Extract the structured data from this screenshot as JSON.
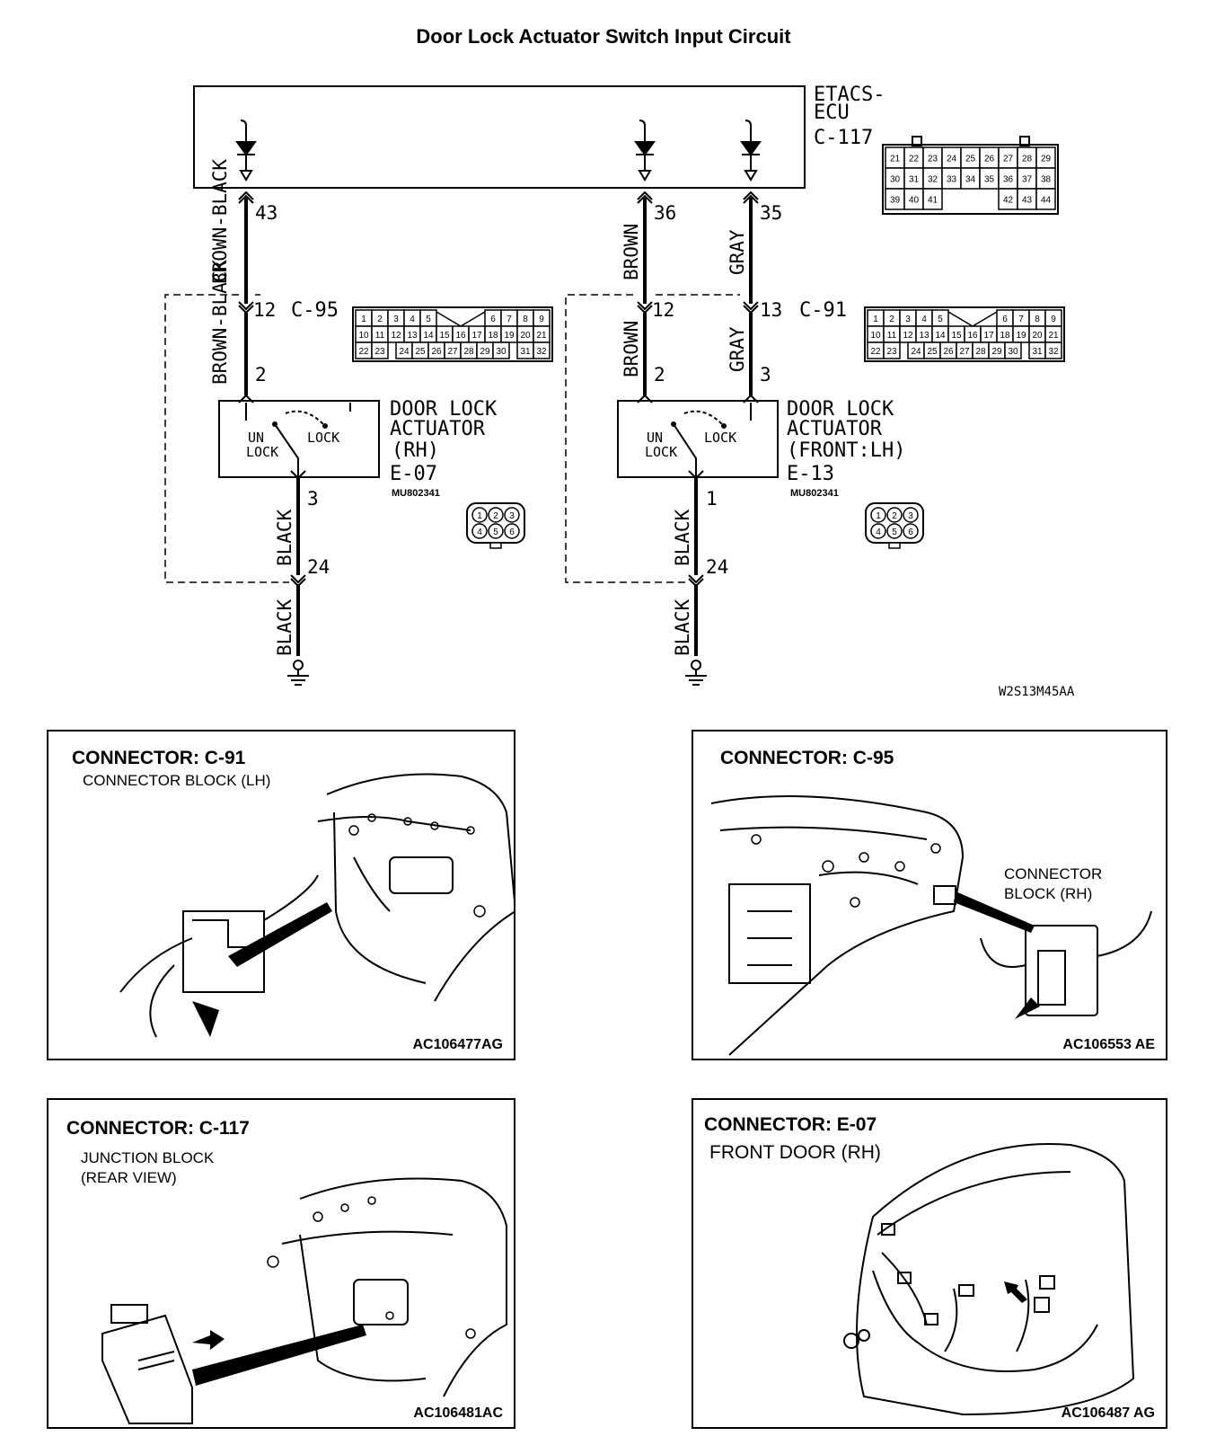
{
  "title": "Door Lock Actuator Switch Input Circuit",
  "ecu": {
    "name_line1": "ETACS-",
    "name_line2": "ECU",
    "connector": "C-117"
  },
  "ecu_connector_pins": {
    "row1": [
      "21",
      "22",
      "23",
      "24",
      "25",
      "26",
      "27",
      "28",
      "29"
    ],
    "row2": [
      "30",
      "31",
      "32",
      "33",
      "34",
      "35",
      "36",
      "37",
      "38"
    ],
    "row3": [
      "39",
      "40",
      "41",
      "42",
      "43",
      "44"
    ]
  },
  "c95": {
    "name": "C-95",
    "pin_top": "12",
    "pin_bottom": "2"
  },
  "c91": {
    "name": "C-91",
    "pin_top_a": "12",
    "pin_top_b": "13",
    "pin_bottom_a": "2",
    "pin_bottom_b": "3"
  },
  "inline_connector_pins": {
    "row1": [
      "1",
      "2",
      "3",
      "4",
      "5",
      "6",
      "7",
      "8",
      "9"
    ],
    "row2": [
      "10",
      "11",
      "12",
      "13",
      "14",
      "15",
      "16",
      "17",
      "18",
      "19",
      "20",
      "21"
    ],
    "row3": [
      "22",
      "23",
      "24",
      "25",
      "26",
      "27",
      "28",
      "29",
      "30",
      "31",
      "32"
    ]
  },
  "wires": {
    "ecu_pin_left": "43",
    "ecu_pin_mid": "36",
    "ecu_pin_right": "35",
    "color_brown_black": "BROWN-BLACK",
    "color_brown": "BROWN",
    "color_gray": "GRAY",
    "color_black": "BLACK",
    "ground_pin": "24",
    "rh_ground_pin": "3",
    "lh_ground_pin": "1"
  },
  "actuator_rh": {
    "line1": "DOOR LOCK",
    "line2": "ACTUATOR",
    "line3": "(RH)",
    "connector": "E-07",
    "part": "MU802341",
    "unlock_1": "UN",
    "unlock_2": "LOCK",
    "lock": "LOCK"
  },
  "actuator_lh": {
    "line1": "DOOR LOCK",
    "line2": "ACTUATOR",
    "line3": "(FRONT:LH)",
    "connector": "E-13",
    "part": "MU802341",
    "unlock_1": "UN",
    "unlock_2": "LOCK",
    "lock": "LOCK"
  },
  "actuator_pins": [
    "1",
    "2",
    "3",
    "4",
    "5",
    "6"
  ],
  "diagram_code": "W2S13M45AA",
  "panels": {
    "c91": {
      "title": "CONNECTOR: C-91",
      "sub1": "CONNECTOR BLOCK (LH)",
      "code": "AC106477AG"
    },
    "c95": {
      "title": "CONNECTOR: C-95",
      "sub1": "CONNECTOR",
      "sub2": "BLOCK (RH)",
      "code": "AC106553 AE"
    },
    "c117": {
      "title": "CONNECTOR: C-117",
      "sub1": "JUNCTION BLOCK",
      "sub2": "(REAR VIEW)",
      "code": "AC106481AC"
    },
    "e07": {
      "title": "CONNECTOR: E-07",
      "sub1": "FRONT DOOR (RH)",
      "code": "AC106487 AG"
    }
  }
}
